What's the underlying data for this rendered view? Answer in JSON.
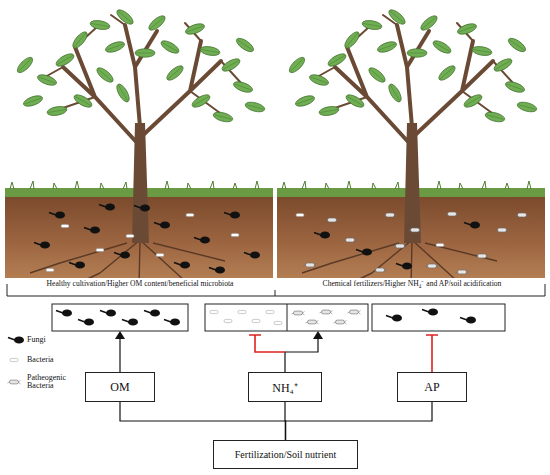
{
  "diagram": {
    "nodes": [
      {
        "text": [
          "OM"
        ]
      },
      {
        "text": [
          "NH₄⁺"
        ]
      },
      {
        "text": [
          "AP"
        ]
      },
      {
        "text": [
          "Fertilization/Soil nutrient"
        ]
      }
    ],
    "edges": [
      {
        "from": 3,
        "to": 0,
        "arrow": "none"
      },
      {
        "from": 3,
        "to": 1,
        "arrow": "none"
      },
      {
        "from": 3,
        "to": 2,
        "arrow": "none"
      }
    ],
    "labels": [
      "Healthy cultivation/Higher OM content/beneficial microbiota",
      "Chemical fertilizers/Higher NH₄⁻ and AP/soil acidification"
    ],
    "legend": [
      {
        "text": "Fungi"
      },
      {
        "text": "Bacteria"
      },
      {
        "text": "Patheogenic Bacteria"
      }
    ]
  }
}
